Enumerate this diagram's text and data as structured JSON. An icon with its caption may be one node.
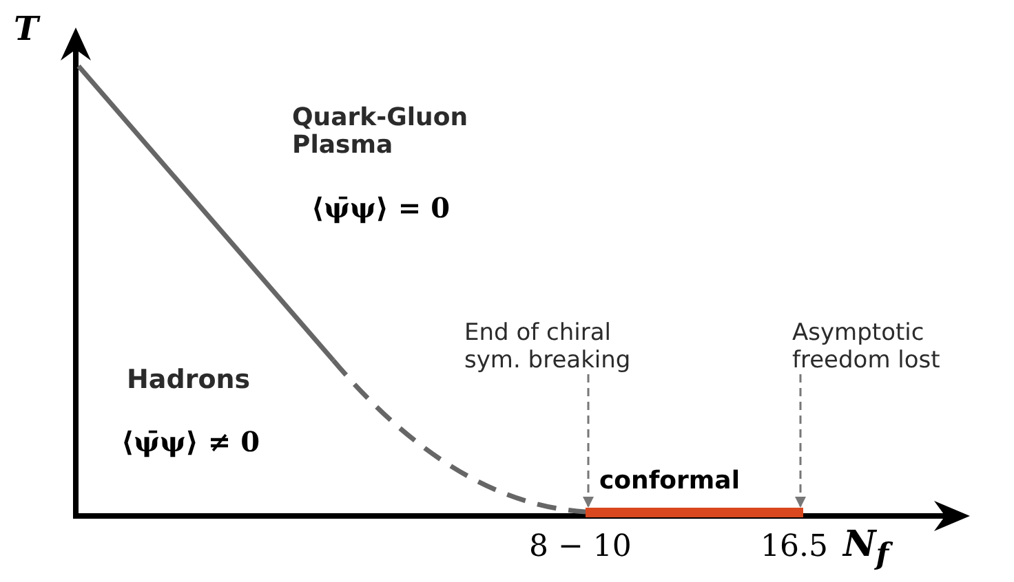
{
  "diagram": {
    "nodes": [
      {
        "text": [
          "End of chiral sym. breaking"
        ]
      },
      {
        "text": [
          "Asymptotic freedom lost"
        ]
      },
      {
        "text": [],
        "shape": "bar"
      }
    ],
    "edges": [
      {
        "from": 0,
        "to": 2,
        "arrow": "to",
        "style": "dashed"
      },
      {
        "from": 1,
        "to": 2,
        "arrow": "to",
        "style": "dashed"
      }
    ],
    "labels": [
      "T",
      "Quark-Gluon Plasma",
      "⟨ψ̄ψ⟩ = 0",
      "Hadrons",
      "⟨ψ̄ψ⟩ ≠ 0",
      "conformal",
      "8 − 10",
      "16.5",
      "N$_{f}$"
    ]
  }
}
